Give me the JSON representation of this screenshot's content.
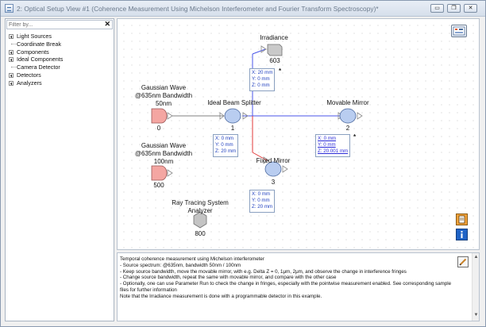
{
  "window": {
    "title": "2: Optical Setup View #1 (Coherence Measurement Using Michelson Interferometer and Fourier Transform Spectroscopy)*",
    "minimize_glyph": "▭",
    "restore_glyph": "❐",
    "close_glyph": "✕"
  },
  "sidebar": {
    "filter_placeholder": "Filter by...",
    "clear_glyph": "✕",
    "items": [
      {
        "label": "Light Sources",
        "expandable": true
      },
      {
        "label": "Coordinate Break",
        "expandable": false
      },
      {
        "label": "Components",
        "expandable": true
      },
      {
        "label": "Ideal Components",
        "expandable": true
      },
      {
        "label": "Camera Detector",
        "expandable": false
      },
      {
        "label": "Detectors",
        "expandable": true
      },
      {
        "label": "Analyzers",
        "expandable": true
      }
    ]
  },
  "canvas": {
    "source1": {
      "title": "Gaussian Wave\n@635nm Bandwidth\n50nm",
      "id": "0"
    },
    "source2": {
      "title": "Gaussian Wave\n@635nm Bandwidth\n100nm",
      "id": "500"
    },
    "beam_splitter": {
      "title": "Ideal Beam Splitter",
      "id": "1",
      "coords": [
        "X: 0 mm",
        "Y: 0 mm",
        "Z: 20 mm"
      ]
    },
    "irradiance": {
      "title": "Irradiance",
      "id": "603",
      "coords": [
        "X: 20 mm",
        "Y: 0 mm",
        "Z: 0 mm"
      ],
      "star": "*"
    },
    "movable_mirror": {
      "title": "Movable Mirror",
      "id": "2",
      "coords": [
        "X: 0 mm",
        "Y: 0 mm",
        "Z: 20.001 mm"
      ],
      "star": "*"
    },
    "fixed_mirror": {
      "title": "Fixed Mirror",
      "id": "3",
      "coords": [
        "X: 0 mm",
        "Y: 0 mm",
        "Z: 20 mm"
      ]
    },
    "analyzer": {
      "title": "Ray Tracing System\nAnalyzer",
      "id": "800"
    }
  },
  "colors": {
    "source_fill": "#f4a6a2",
    "component_fill": "#b9cdf0",
    "detector_fill": "#c9c9c9",
    "blue_path": "#4a56e8",
    "red_path": "#e23a3a",
    "gray_path": "#808080"
  },
  "description": {
    "lines": [
      "Temporal coherence measurement using Michelson interferometer",
      "",
      "- Source spectrum: @635nm, bandwidth 50nm / 100nm",
      "- Keep source bandwidth, move the movable mirror, with e.g. Delta Z = 0, 1μm, 2μm, and observe the change in interference fringes",
      "- Change source bandwidth, repeat the same with movable mirror, and compare with the other case",
      "- Optionally, one can use Parameter Run to check the change in fringes, especially with the pointwise measurement enabled. See corresponding sample files for further information",
      "",
      "Note that the Irradiance measurement is done with a programmable detector in this example."
    ]
  }
}
